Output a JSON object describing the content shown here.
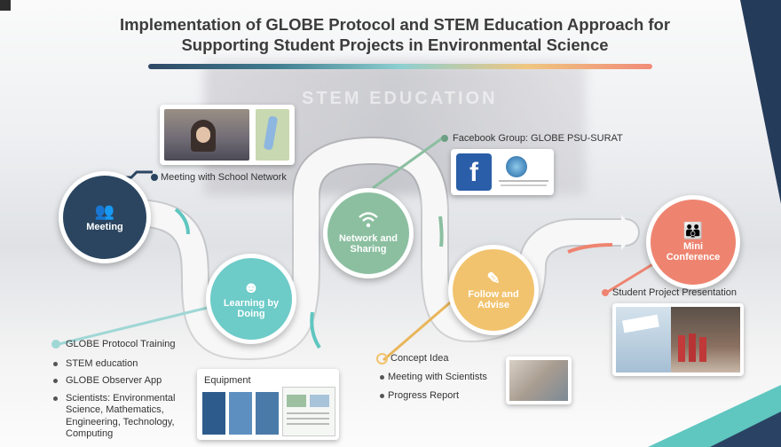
{
  "title": {
    "line1": "Implementation of GLOBE Protocol and STEM Education Approach for",
    "line2": "Supporting Student Projects in Environmental Science"
  },
  "background_sign": "STEM EDUCATION",
  "nodes": {
    "meeting": {
      "label": "Meeting",
      "icon": "meeting-icon"
    },
    "learning": {
      "line1": "Learning by",
      "line2": "Doing",
      "icon": "brain-head-icon"
    },
    "network": {
      "line1": "Network and",
      "line2": "Sharing",
      "icon": "wifi-icon"
    },
    "follow": {
      "line1": "Follow and",
      "line2": "Advise",
      "icon": "advisor-icon"
    },
    "mini": {
      "line1": "Mini",
      "line2": "Conference",
      "icon": "people-icon"
    }
  },
  "callouts": {
    "meeting": "Meeting with School Network",
    "facebook": "Facebook Group: GLOBE PSU-SURAT",
    "presentation": "Student Project Presentation"
  },
  "learning_items": [
    "GLOBE Protocol Training",
    "STEM education",
    "GLOBE Observer App",
    "Scientists: Environmental",
    "Science, Mathematics,",
    "Engineering, Technology,",
    "Computing"
  ],
  "equipment": {
    "title": "Equipment"
  },
  "advise_items": [
    "Concept Idea",
    "Meeting with Scientists",
    "Progress Report"
  ],
  "colors": {
    "meeting": "#2b4560",
    "learning": "#6dcbc8",
    "network": "#8bbfa0",
    "follow": "#f2c36e",
    "mini": "#ee8470"
  }
}
